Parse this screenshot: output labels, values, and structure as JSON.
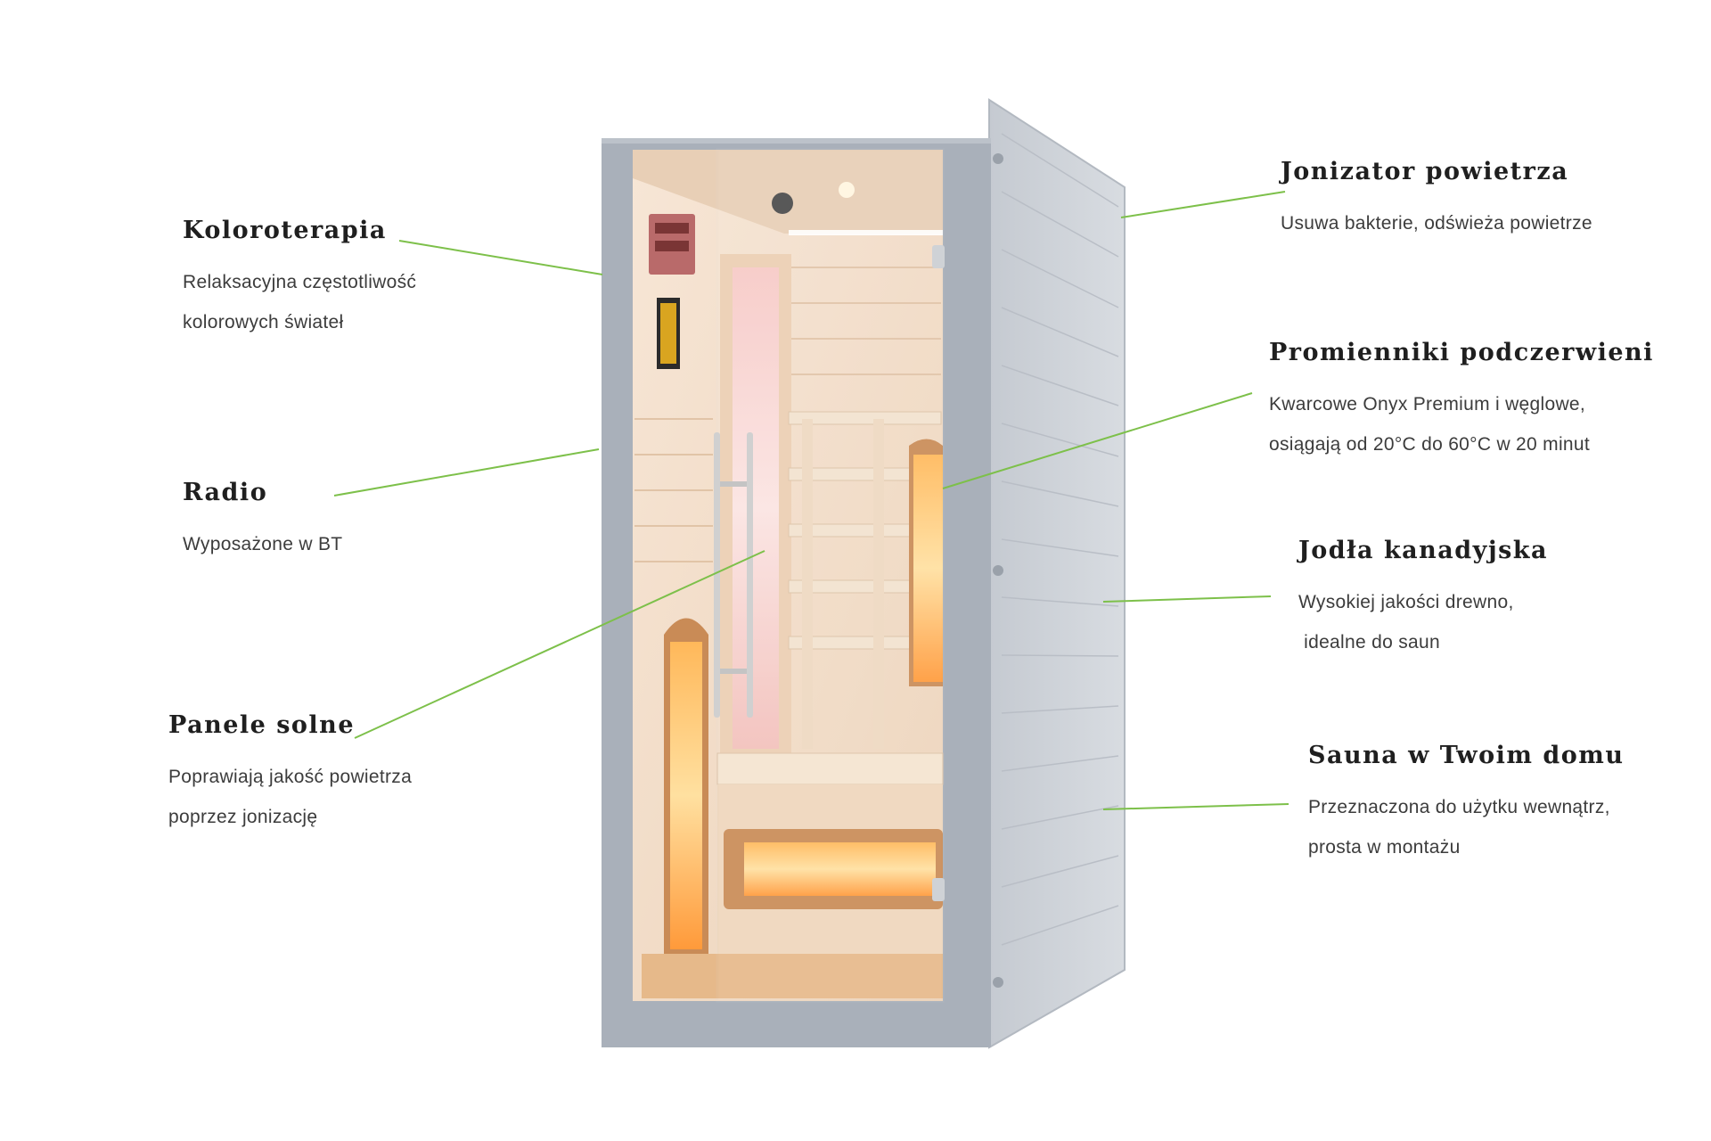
{
  "features": {
    "koloroterapia": {
      "title": "Koloroterapia",
      "lines": [
        "Relaksacyjna częstotliwość",
        "kolorowych świateł"
      ]
    },
    "radio": {
      "title": "Radio",
      "lines": [
        "Wyposażone w BT"
      ]
    },
    "panele": {
      "title": "Panele solne",
      "lines": [
        "Poprawiają jakość powietrza",
        "poprzez jonizację"
      ]
    },
    "jonizator": {
      "title": "Jonizator powietrza",
      "lines": [
        "Usuwa bakterie, odświeża powietrze"
      ]
    },
    "promienniki": {
      "title": "Promienniki podczerwieni",
      "lines": [
        "Kwarcowe Onyx Premium i węglowe,",
        "osiągają od 20°C do 60°C w 20 minut"
      ]
    },
    "jodla": {
      "title": "Jodła kanadyjska",
      "lines": [
        "Wysokiej jakości drewno,",
        " idealne do saun"
      ]
    },
    "sauna": {
      "title": "Sauna w Twoim domu",
      "lines": [
        "Przeznaczona do użytku wewnątrz,",
        "prosta w montażu"
      ]
    }
  },
  "colors": {
    "leader_line": "#7dc04a",
    "frame": "#a9b0ba",
    "wood": "#f1dcc8"
  }
}
